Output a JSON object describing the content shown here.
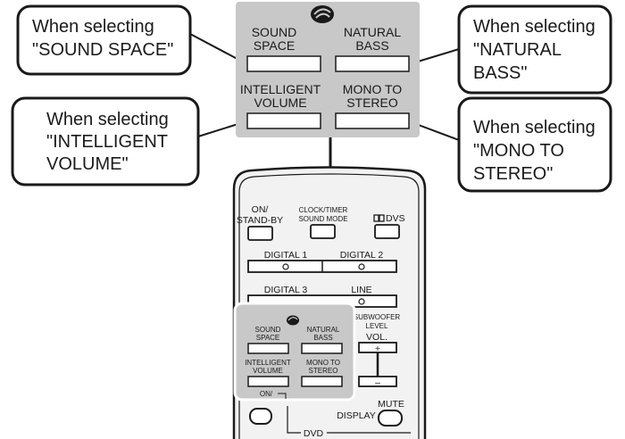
{
  "callouts": {
    "sound_space": {
      "line1": "When selecting",
      "line2": "\"SOUND SPACE\""
    },
    "natural_bass": {
      "line1": "When selecting",
      "line2": "\"NATURAL",
      "line3": "BASS\""
    },
    "intelligent_volume": {
      "line1": "When selecting",
      "line2": "\"INTELLIGENT",
      "line3": "VOLUME\""
    },
    "mono_to_stereo": {
      "line1": "When selecting",
      "line2": "\"MONO TO",
      "line3": "STEREO\""
    }
  },
  "panel": {
    "sound_space": {
      "line1": "SOUND",
      "line2": "SPACE"
    },
    "natural_bass": {
      "line1": "NATURAL",
      "line2": "BASS"
    },
    "intelligent_volume": {
      "line1": "INTELLIGENT",
      "line2": "VOLUME"
    },
    "mono_to_stereo": {
      "line1": "MONO TO",
      "line2": "STEREO"
    }
  },
  "remote": {
    "on_standby": {
      "line1": "ON/",
      "line2": "STAND-BY"
    },
    "clock_timer": {
      "line1": "CLOCK/TIMER",
      "line2": "SOUND MODE"
    },
    "dvs": "DVS",
    "digital1": "DIGITAL 1",
    "digital2": "DIGITAL 2",
    "digital3": "DIGITAL 3",
    "line": "LINE",
    "subwoofer": {
      "line1": "SUBWOOFER",
      "line2": "LEVEL",
      "line3": "VOL."
    },
    "plus": "+",
    "minus": "–",
    "mute": "MUTE",
    "display": "DISPLAY",
    "dvd": "DVD",
    "on_partial": "ON/",
    "inset": {
      "sound_space": {
        "line1": "SOUND",
        "line2": "SPACE"
      },
      "natural_bass": {
        "line1": "NATURAL",
        "line2": "BASS"
      },
      "intelligent_volume": {
        "line1": "INTELLIGENT",
        "line2": "VOLUME"
      },
      "mono_to_stereo": {
        "line1": "MONO TO",
        "line2": "STEREO"
      }
    }
  },
  "colors": {
    "panel_gray": "#c8c8c8",
    "remote_body": "#f2f2f2",
    "stroke": "#1a1a1a"
  }
}
